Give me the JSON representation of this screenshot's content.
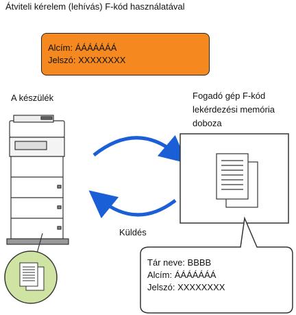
{
  "title": "Átviteli kérelem (lehívás) F-kód használatával",
  "request_box": {
    "lines": [
      "Alcím: ÁÁÁÁÁÁÁ",
      "Jelszó: XXXXXXXX"
    ],
    "color": "#f5891f"
  },
  "device_label": "A készülék",
  "receiver_label": [
    "Fogadó gép F-kód",
    "lekérdezési memória",
    "doboza"
  ],
  "send_label": "Küldés",
  "callout": {
    "lines": [
      "Tár neve: BBBB",
      "Alcím: ÁÁÁÁÁÁÁ",
      "Jelszó: XXXXXXXX"
    ]
  },
  "arrow_color": "#1a5fd6",
  "doc_circle_color": "#cfe3a3"
}
